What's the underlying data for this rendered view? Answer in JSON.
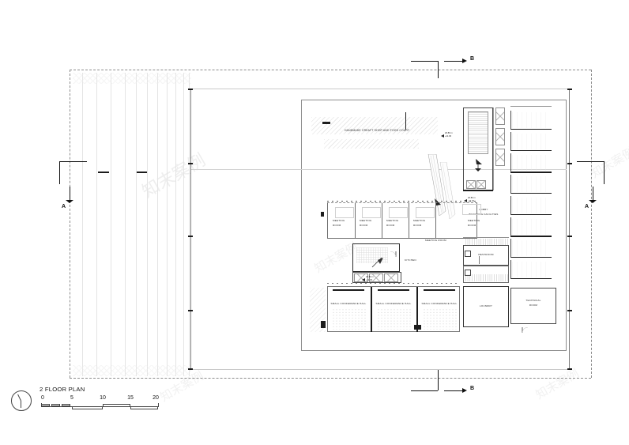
{
  "drawing": {
    "title": "2 FLOOR PLAN",
    "type": "architectural-floor-plan",
    "watermark": "知末案例"
  },
  "scale_bar": {
    "ticks": [
      "0",
      "5",
      "10",
      "15",
      "20"
    ],
    "unit": "m",
    "north_arrow": "north-arrow"
  },
  "section_markers": [
    {
      "id": "marker-b-top",
      "label": "B",
      "direction": "right"
    },
    {
      "id": "marker-b-bottom",
      "label": "B",
      "direction": "right"
    },
    {
      "id": "marker-a-left",
      "label": "A",
      "direction": "down"
    },
    {
      "id": "marker-a-right",
      "label": "A",
      "direction": "down"
    }
  ],
  "elevation_tags": [
    {
      "id": "elev-food-court",
      "height": "20.80 m",
      "level": "+11.00"
    },
    {
      "id": "elev-lobby",
      "height": "20.80 m",
      "level": "+11.00"
    },
    {
      "id": "elev-conference",
      "height": "20.80 m",
      "level": "+11.00"
    }
  ],
  "rooms": {
    "food_court": "HANDMADE CREAFT SHOP AND FOOD COURT",
    "lobby": "LOBBY",
    "boarding": "BOARDING FACILITIES",
    "meeting_rooms": [
      "MEETING\nROOM",
      "MEETING\nROOM",
      "MEETING\nROOM",
      "MEETING\nROOM",
      "MEETING\nROOM"
    ],
    "meeting_room_large": "MEETING ROOM",
    "kitchen": "KITCHEN",
    "restroom": "RESTROOM",
    "loundry": "LOUNDRY",
    "technical_room": "TECHNICAL\nROOM",
    "conference_halls": [
      "SMALL CONFERENCE HALL",
      "SMALL CONFERENCE HALL",
      "SMALL CONFERENCE HALL"
    ]
  },
  "meeting_room_labels": {
    "r1_line1": "MEETING",
    "r1_line2": "ROOM",
    "r2_line1": "MEETING",
    "r2_line2": "ROOM",
    "r3_line1": "MEETING",
    "r3_line2": "ROOM",
    "r4_line1": "MEETING",
    "r4_line2": "ROOM",
    "r5_line1": "MEETING",
    "r5_line2": "ROOM"
  },
  "technical_label": {
    "line1": "TECHNICAL",
    "line2": "ROOM"
  },
  "colors": {
    "ink": "#1c1c1c",
    "mid_line": "#9a9a9a",
    "hairline": "#d2d2d2",
    "site_boundary": "#8d8d8d",
    "paper": "#ffffff"
  }
}
